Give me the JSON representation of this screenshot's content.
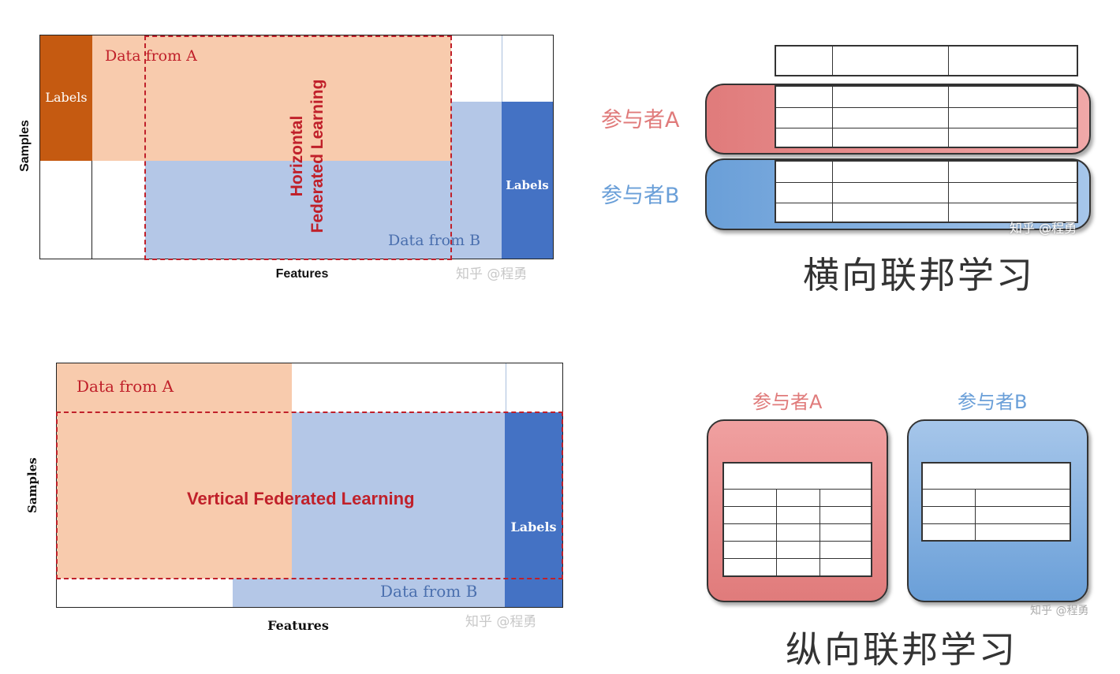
{
  "horizontal_diagram": {
    "labels_a": "Labels",
    "data_from_a": "Data from A",
    "title_line1": "Horizontal",
    "title_line2": "Federated Learning",
    "labels_b": "Labels",
    "data_from_b": "Data from B",
    "x_label": "Features",
    "y_label": "Samples",
    "watermark": "知乎 @程勇"
  },
  "horizontal_illustration": {
    "participant_a": "参与者A",
    "participant_b": "参与者B",
    "caption": "横向联邦学习",
    "watermark": "知乎 @程勇"
  },
  "vertical_diagram": {
    "data_from_a": "Data from A",
    "title": "Vertical Federated Learning",
    "labels": "Labels",
    "data_from_b": "Data from B",
    "x_label": "Features",
    "y_label": "Samples",
    "watermark": "知乎 @程勇"
  },
  "vertical_illustration": {
    "participant_a": "参与者A",
    "participant_b": "参与者B",
    "caption": "纵向联邦学习",
    "watermark": "知乎 @程勇"
  },
  "colors": {
    "party_a_light": "#f8cbad",
    "party_a_dark": "#c55a11",
    "party_b_light": "#b4c7e7",
    "party_b_dark": "#4472c4",
    "highlight_red": "#c0202a",
    "participant_a_text": "#e07b7b",
    "participant_b_text": "#6a9fd8"
  }
}
